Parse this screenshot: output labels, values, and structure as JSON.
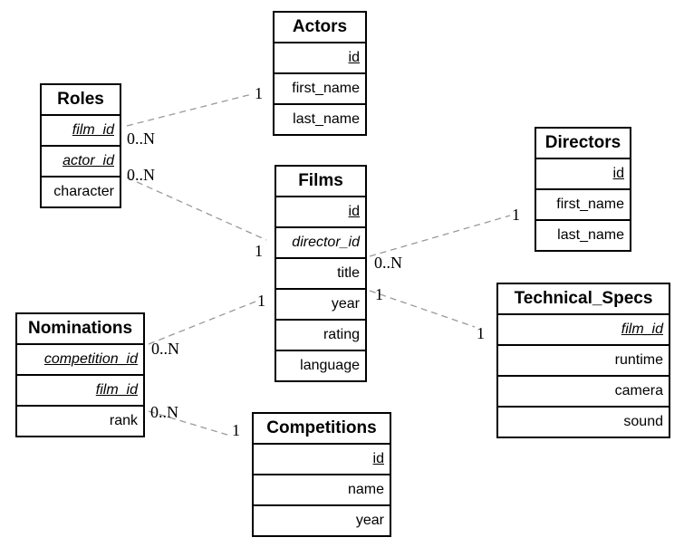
{
  "diagram": {
    "entities": [
      {
        "name": "Actors",
        "attributes": [
          {
            "label": "id",
            "key": "PK"
          },
          {
            "label": "first_name",
            "key": ""
          },
          {
            "label": "last_name",
            "key": ""
          }
        ]
      },
      {
        "name": "Roles",
        "attributes": [
          {
            "label": "film_id",
            "key": "PK,FK"
          },
          {
            "label": "actor_id",
            "key": "PK,FK"
          },
          {
            "label": "character",
            "key": ""
          }
        ]
      },
      {
        "name": "Films",
        "attributes": [
          {
            "label": "id",
            "key": "PK"
          },
          {
            "label": "director_id",
            "key": "FK"
          },
          {
            "label": "title",
            "key": ""
          },
          {
            "label": "year",
            "key": ""
          },
          {
            "label": "rating",
            "key": ""
          },
          {
            "label": "language",
            "key": ""
          }
        ]
      },
      {
        "name": "Directors",
        "attributes": [
          {
            "label": "id",
            "key": "PK"
          },
          {
            "label": "first_name",
            "key": ""
          },
          {
            "label": "last_name",
            "key": ""
          }
        ]
      },
      {
        "name": "Technical_Specs",
        "attributes": [
          {
            "label": "film_id",
            "key": "PK,FK"
          },
          {
            "label": "runtime",
            "key": ""
          },
          {
            "label": "camera",
            "key": ""
          },
          {
            "label": "sound",
            "key": ""
          }
        ]
      },
      {
        "name": "Nominations",
        "attributes": [
          {
            "label": "competition_id",
            "key": "PK,FK"
          },
          {
            "label": "film_id",
            "key": "PK,FK"
          },
          {
            "label": "rank",
            "key": ""
          }
        ]
      },
      {
        "name": "Competitions",
        "attributes": [
          {
            "label": "id",
            "key": "PK"
          },
          {
            "label": "name",
            "key": ""
          },
          {
            "label": "year",
            "key": ""
          }
        ]
      }
    ],
    "connections": [
      {
        "between": [
          "Roles",
          "Actors"
        ],
        "labels": [
          "0..N",
          "1"
        ]
      },
      {
        "between": [
          "Roles",
          "Films"
        ],
        "labels": [
          "0..N",
          "1"
        ]
      },
      {
        "between": [
          "Films",
          "Directors"
        ],
        "labels": [
          "0..N",
          "1"
        ]
      },
      {
        "between": [
          "Films",
          "Technical_Specs"
        ],
        "labels": [
          "1",
          "1"
        ]
      },
      {
        "between": [
          "Nominations",
          "Films"
        ],
        "labels": [
          "0..N",
          "1"
        ]
      },
      {
        "between": [
          "Nominations",
          "Competitions"
        ],
        "labels": [
          "0..N",
          "1"
        ]
      }
    ],
    "colors": {
      "line": "#999999",
      "border": "#000000",
      "text": "#000000",
      "background": "#ffffff"
    }
  }
}
